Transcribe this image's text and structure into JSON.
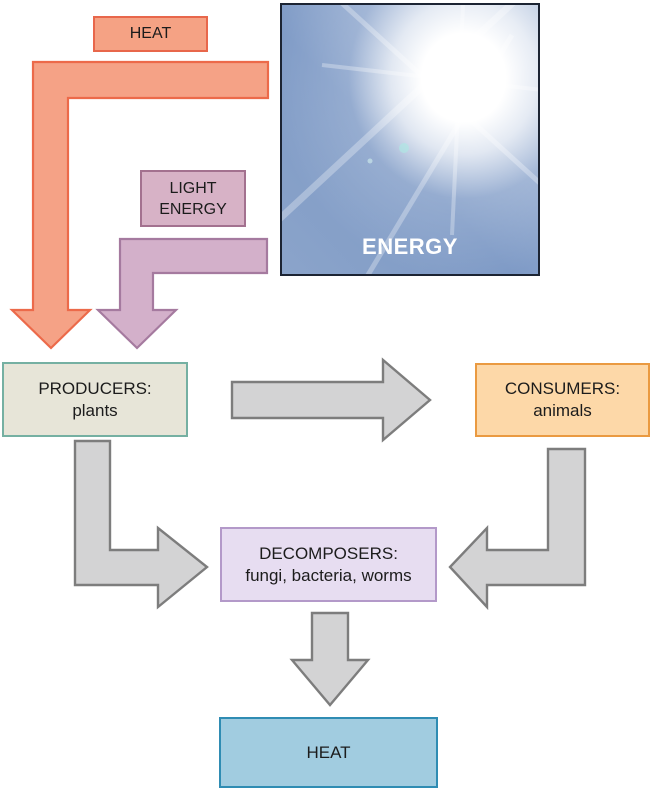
{
  "sun": {
    "label": "ENERGY"
  },
  "heat_top": {
    "label": "HEAT"
  },
  "light_energy": {
    "line1": "LIGHT",
    "line2": "ENERGY"
  },
  "producers": {
    "line1": "PRODUCERS:",
    "line2": "plants"
  },
  "consumers": {
    "line1": "CONSUMERS:",
    "line2": "animals"
  },
  "decomposers": {
    "line1": "DECOMPOSERS:",
    "line2": "fungi, bacteria, worms"
  },
  "heat_bottom": {
    "label": "HEAT"
  },
  "arrows": [
    {
      "name": "heat-release-elbow-arrow",
      "from": "sun/ecosystem",
      "to": "heat (top-left)",
      "color_fill": "#f5a286",
      "color_border": "#ec6a4a"
    },
    {
      "name": "light-energy-elbow-arrow",
      "from": "sun",
      "to": "producers",
      "color_fill": "#d3b0ca",
      "color_border": "#a57a9f"
    },
    {
      "name": "producers-to-consumers-arrow",
      "from": "producers",
      "to": "consumers",
      "color_fill": "#d3d3d4",
      "color_border": "#7d7d7d"
    },
    {
      "name": "producers-to-decomposers-elbow-arrow",
      "from": "producers",
      "to": "decomposers",
      "color_fill": "#d3d3d4",
      "color_border": "#7d7d7d"
    },
    {
      "name": "consumers-to-decomposers-elbow-arrow",
      "from": "consumers",
      "to": "decomposers",
      "color_fill": "#d3d3d4",
      "color_border": "#7d7d7d"
    },
    {
      "name": "decomposers-to-heat-arrow",
      "from": "decomposers",
      "to": "heat (bottom)",
      "color_fill": "#d3d3d4",
      "color_border": "#7d7d7d"
    }
  ],
  "colors": {
    "heat_box_fill": "#f5a284",
    "heat_box_border": "#e8674b",
    "light_box_fill": "#d7b2c6",
    "light_box_border": "#a3718f",
    "producers_fill": "#e7e5d8",
    "producers_border": "#75b0a2",
    "consumers_fill": "#fdd8a8",
    "consumers_border": "#ea9a41",
    "decomposers_fill": "#e7ddf1",
    "decomposers_border": "#b399c9",
    "heat_bottom_fill": "#a1cce0",
    "heat_bottom_border": "#2f8cb3",
    "gray_arrow_fill": "#d3d3d4",
    "gray_arrow_border": "#7d7d7d",
    "sun_border": "#1c2433",
    "sun_text": "#ffffff"
  }
}
